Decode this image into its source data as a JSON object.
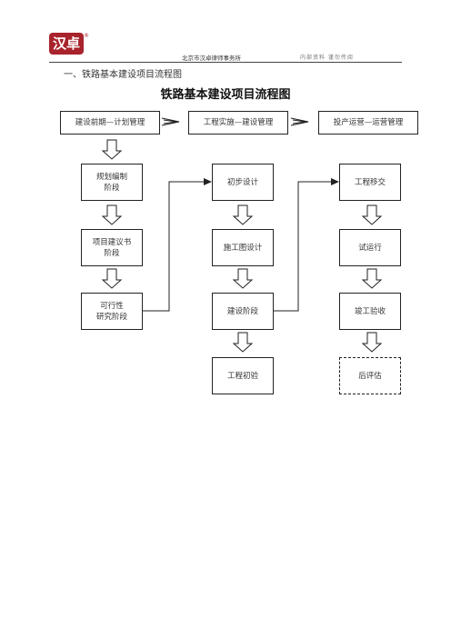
{
  "header": {
    "logo_text": "汉卓",
    "registered_mark": "®",
    "firm_name": "北京市汉卓律师事务所",
    "note": "内部资料  谨勿传阅"
  },
  "section_heading": "一、铁路基本建设项目流程图",
  "title": "铁路基本建设项目流程图",
  "columns": {
    "planning": {
      "header": "建设前期—计划管理",
      "steps": [
        "规划编制\n阶段",
        "项目建议书\n阶段",
        "可行性\n研究阶段"
      ]
    },
    "construction": {
      "header": "工程实施—建设管理",
      "steps": [
        "初步设计",
        "施工图设计",
        "建设阶段",
        "工程初验"
      ]
    },
    "operation": {
      "header": "投产运营—运营管理",
      "steps": [
        "工程移交",
        "试运行",
        "竣工验收",
        "后评估"
      ]
    }
  }
}
